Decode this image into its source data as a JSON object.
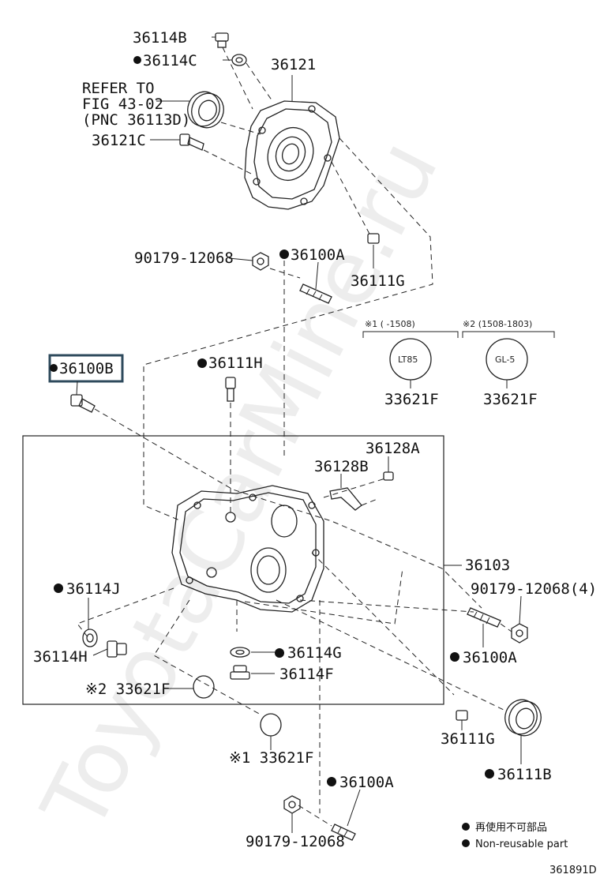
{
  "watermark": "ToyotaCarMine.ru",
  "labels": {
    "p36114B": "36114B",
    "p36114C": "36114C",
    "p36121": "36121",
    "refer1": "REFER TO",
    "refer2": "FIG 43-02",
    "refer3": "(PNC 36113D)",
    "p36121C": "36121C",
    "p90179_top": "90179-12068",
    "p36100A_top": "36100A",
    "p36111G_top": "36111G",
    "p36100B": "36100B",
    "p36111H": "36111H",
    "note1_header": "※1 (      -1508)",
    "note2_header": "※2 (1508-1803)",
    "lt85": "LT85",
    "gl5": "GL-5",
    "p33621F_a": "33621F",
    "p33621F_b": "33621F",
    "p36128A": "36128A",
    "p36128B": "36128B",
    "p36103": "36103",
    "p90179_right": "90179-12068(4)",
    "p36114J": "36114J",
    "p36114H": "36114H",
    "p36114G": "36114G",
    "p36114F": "36114F",
    "p36100A_right": "36100A",
    "p33621F_2": "※2 33621F",
    "p36111G_right": "36111G",
    "p33621F_1": "※1 33621F",
    "p36111B": "36111B",
    "p36100A_bottom": "36100A",
    "p90179_bottom": "90179-12068"
  },
  "legend": {
    "jp": "再使用不可部品",
    "en": "Non-reusable part"
  },
  "figure_id": "361891D",
  "colors": {
    "highlight_box": "#2e4a5c",
    "line": "#222222"
  }
}
